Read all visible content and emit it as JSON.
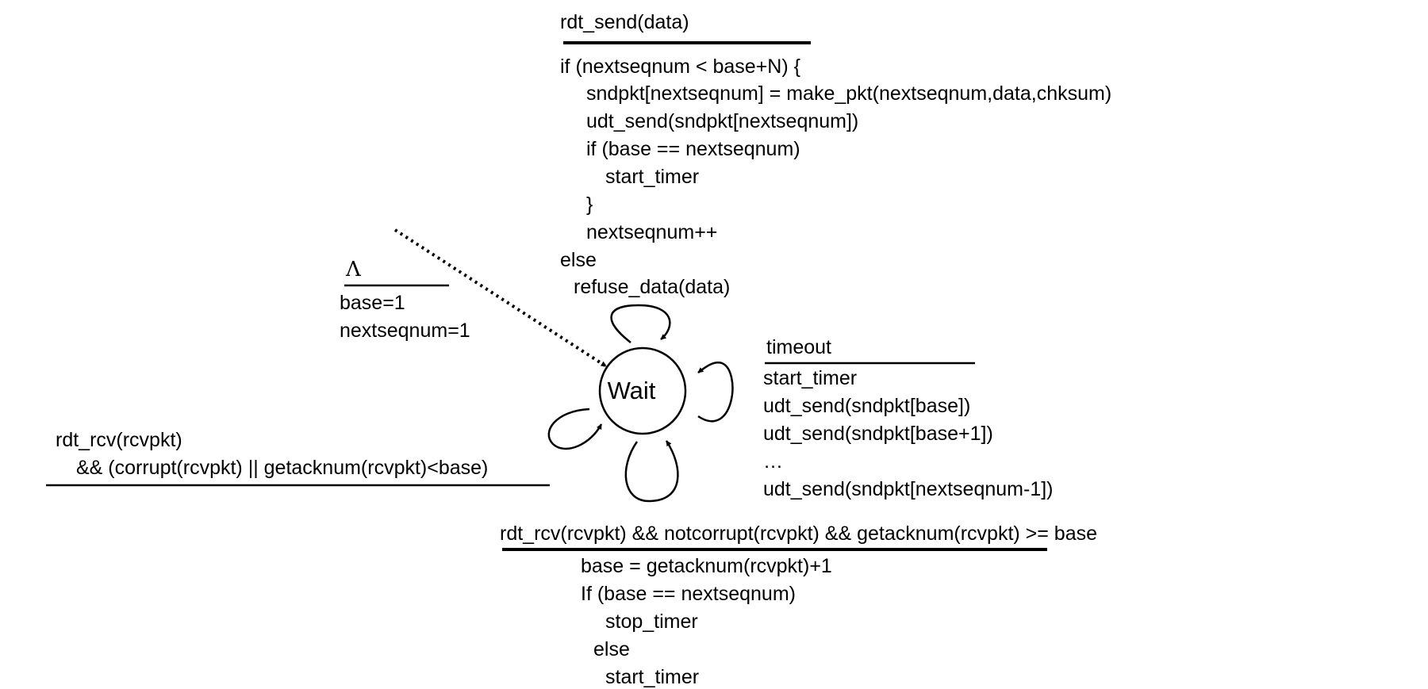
{
  "state": {
    "label": "Wait"
  },
  "send_transition": {
    "event": "rdt_send(data)",
    "actions": [
      "if (nextseqnum < base+N) {",
      "sndpkt[nextseqnum] = make_pkt(nextseqnum,data,chksum)",
      "udt_send(sndpkt[nextseqnum])",
      "if (base == nextseqnum)",
      "start_timer",
      "}",
      "nextseqnum++",
      "else",
      "refuse_data(data)"
    ]
  },
  "init_transition": {
    "event": "Λ",
    "actions": [
      "base=1",
      "nextseqnum=1"
    ]
  },
  "timeout_transition": {
    "event": "timeout",
    "actions": [
      "start_timer",
      "udt_send(sndpkt[base])",
      "udt_send(sndpkt[base+1])",
      "…",
      "udt_send(sndpkt[nextseqnum-1])"
    ]
  },
  "corrupt_transition": {
    "event_lines": [
      "rdt_rcv(rcvpkt)",
      "&& (corrupt(rcvpkt) || getacknum(rcvpkt)<base)"
    ]
  },
  "ack_transition": {
    "event": "rdt_rcv(rcvpkt) && notcorrupt(rcvpkt) && getacknum(rcvpkt) >= base",
    "actions": [
      "base = getacknum(rcvpkt)+1",
      "If (base == nextseqnum)",
      "stop_timer",
      "else",
      "start_timer"
    ]
  }
}
